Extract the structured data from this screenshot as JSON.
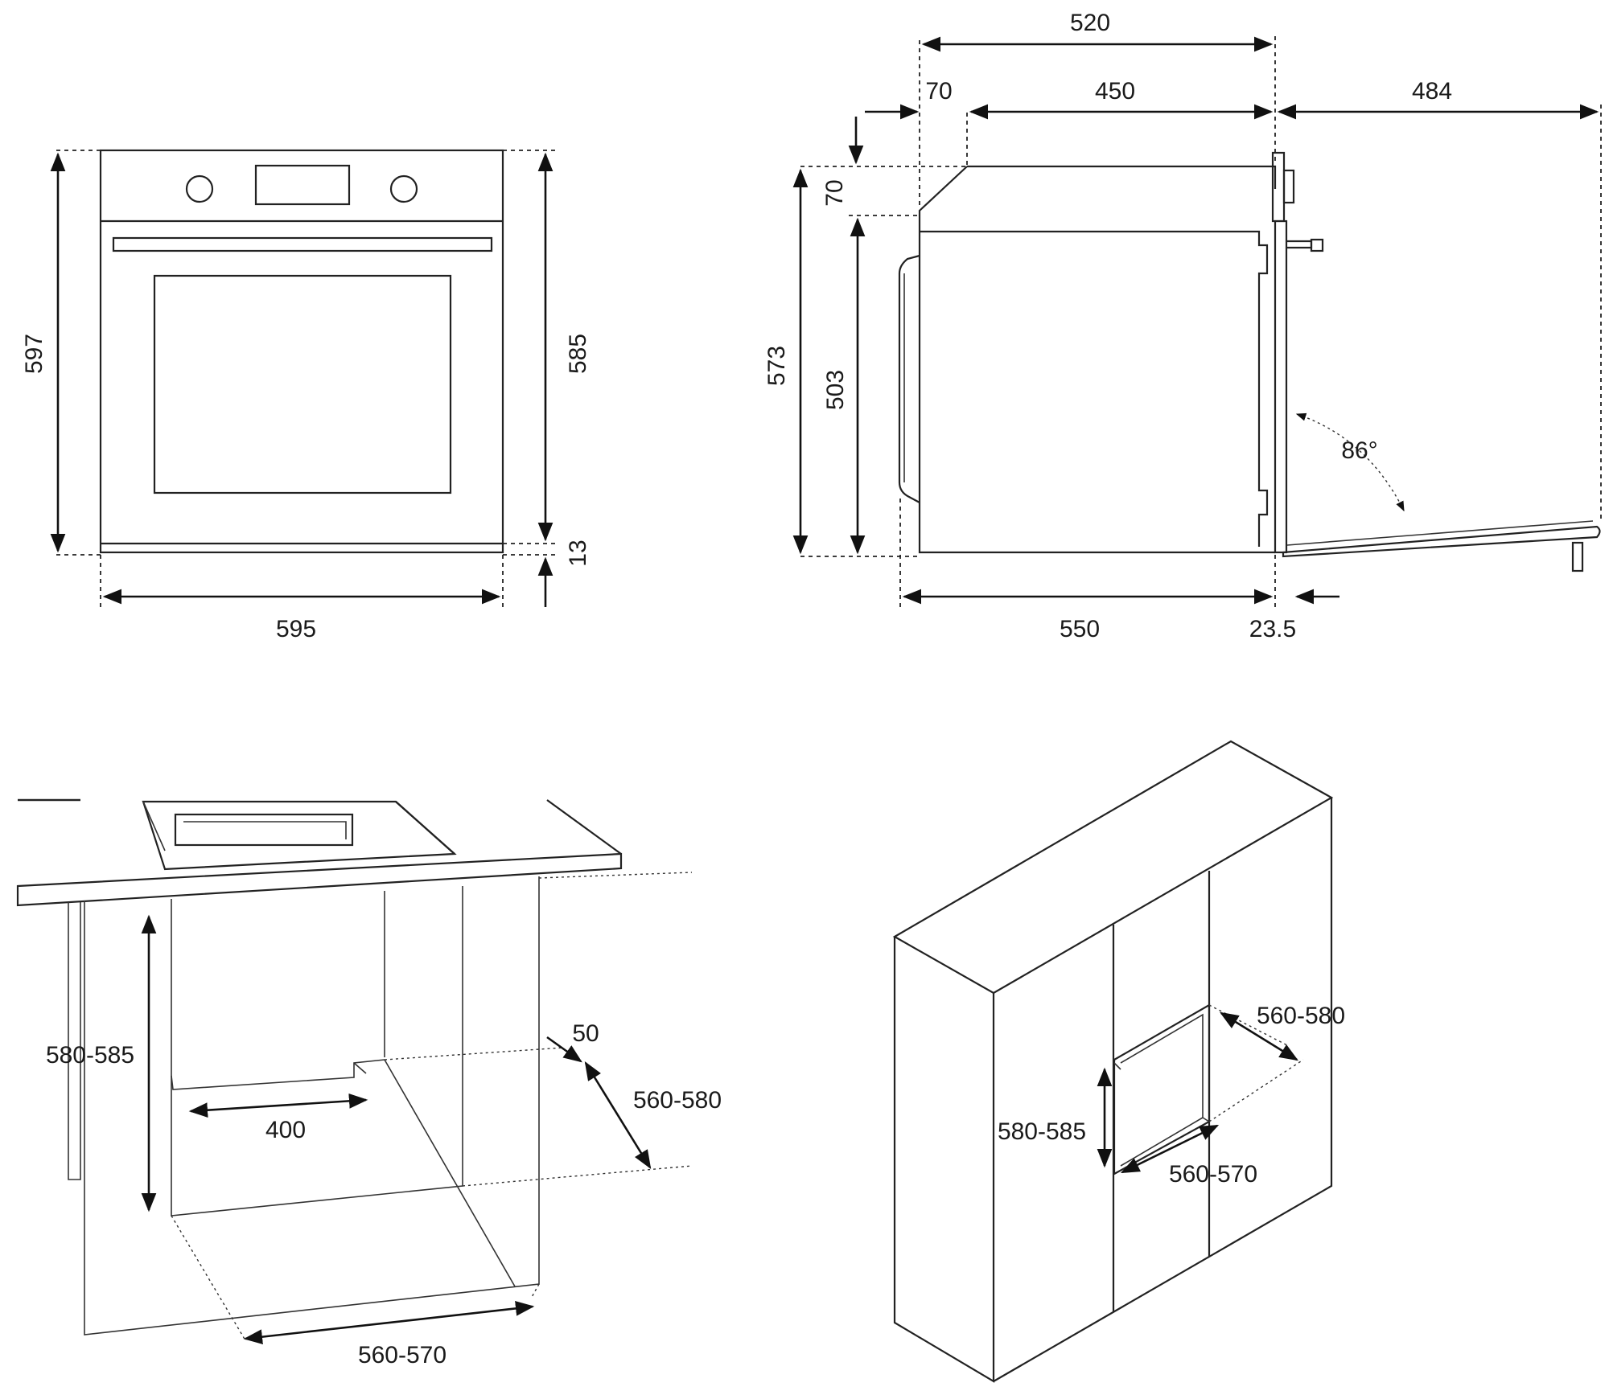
{
  "front_view": {
    "height_total": "597",
    "height_body": "585",
    "height_bottom": "13",
    "width": "595"
  },
  "side_view": {
    "depth_top": "520",
    "panel_offset": "70",
    "depth_inner": "450",
    "door_open": "484",
    "height_total": "573",
    "height_top_offset": "70",
    "height_body": "503",
    "door_angle": "86°",
    "depth_body": "550",
    "door_thickness": "23.5"
  },
  "under_counter": {
    "niche_height": "580-585",
    "vent_gap": "50",
    "niche_depth": "560-580",
    "vent_width": "400",
    "niche_width": "560-570"
  },
  "column_install": {
    "niche_depth": "560-580",
    "niche_height": "580-585",
    "niche_width": "560-570"
  }
}
